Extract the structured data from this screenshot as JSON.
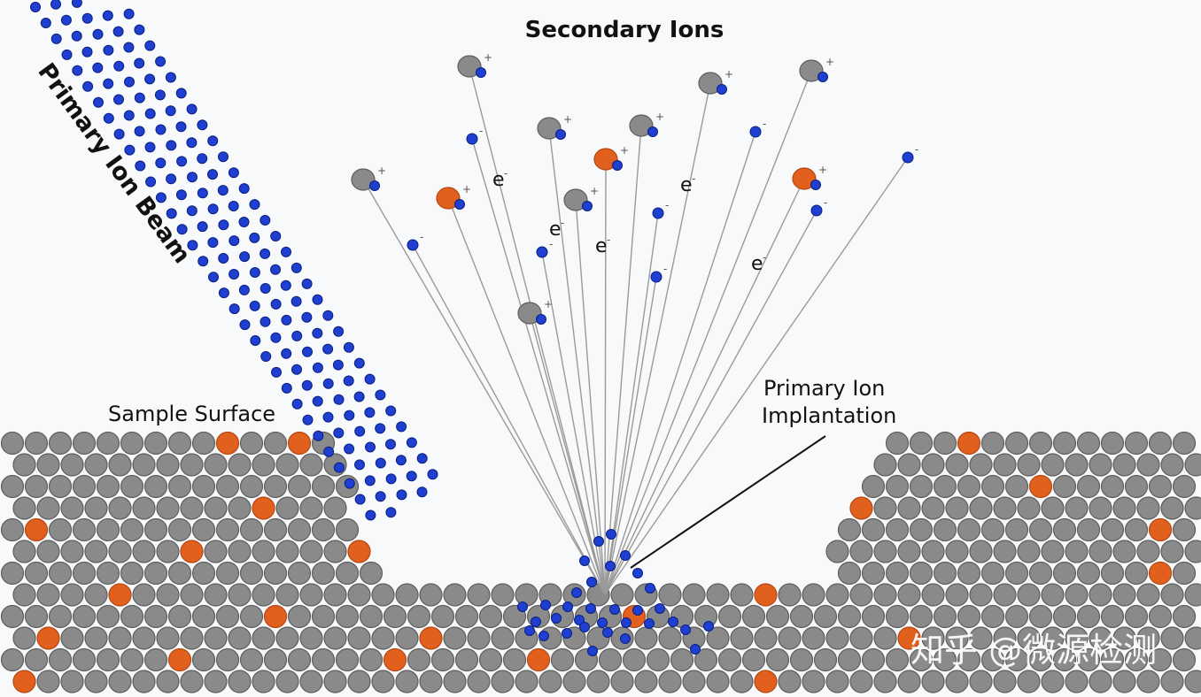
{
  "labels": {
    "secondary_ions": "Secondary Ions",
    "primary_ion_beam": "Primary Ion Beam",
    "sample_surface": "Sample Surface",
    "implantation_line1": "Primary Ion",
    "implantation_line2": "Implantation",
    "electron": "e",
    "electron_charge": "-",
    "positive_charge": "+",
    "watermark": "知乎 @微源检测"
  },
  "colors": {
    "background": "#f8f9fb",
    "sample_atom": "#8a8a8a",
    "sample_atom_edge": "#5e5e5e",
    "dopant_atom": "#e2601d",
    "dopant_atom_edge": "#b54812",
    "primary_ion": "#1f3fd0",
    "primary_ion_edge": "#0a1f80",
    "trajectory": "#9a9a9a",
    "pointer_line": "#111111"
  },
  "icons": {
    "sample_atom": "gray-circle",
    "dopant_atom": "orange-circle",
    "primary_ion": "blue-dot"
  }
}
